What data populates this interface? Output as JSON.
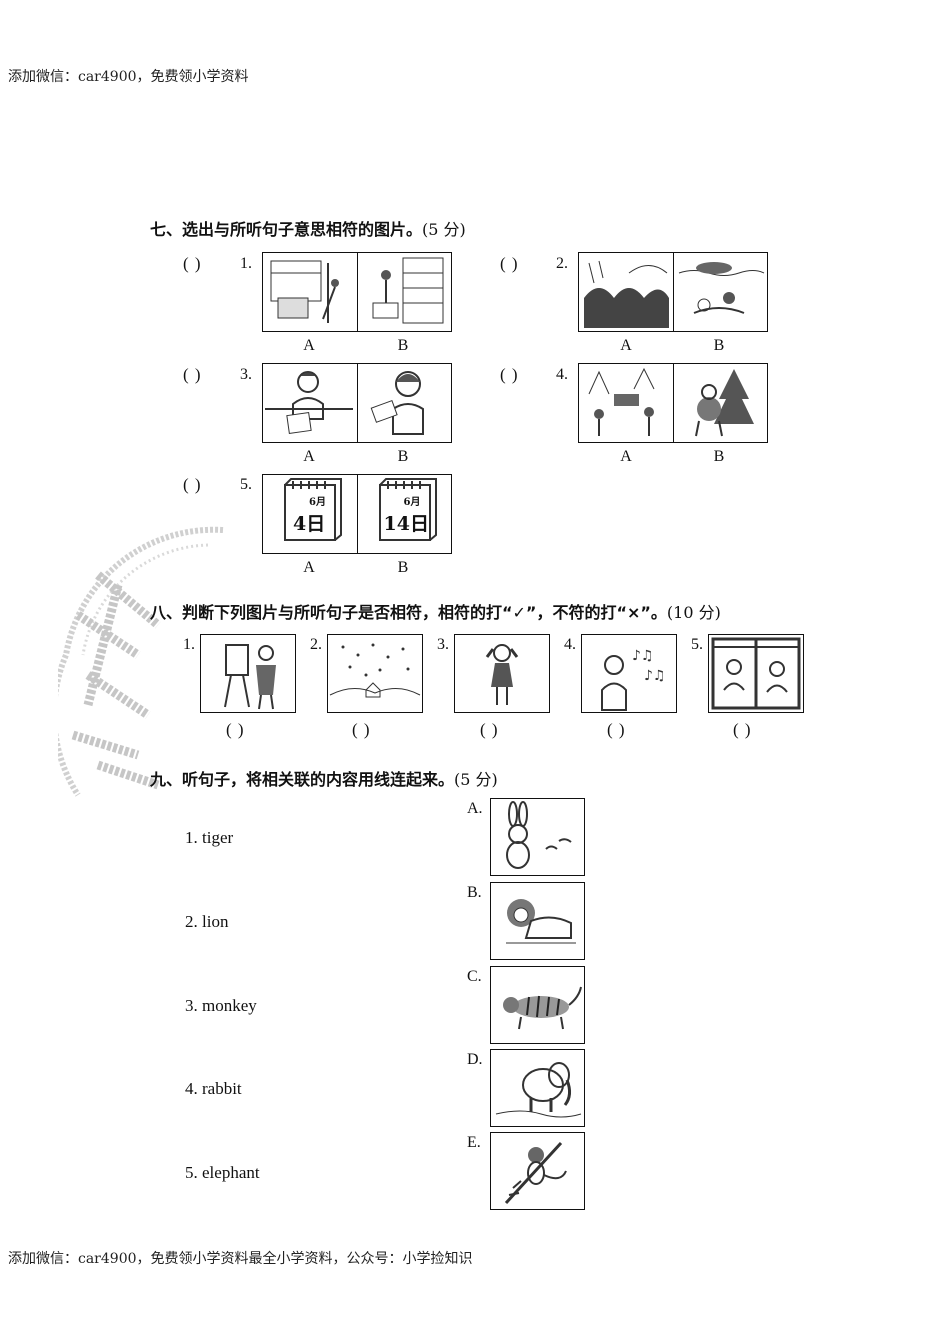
{
  "watermark_top": "添加微信：car4900，免费领小学资料",
  "watermark_bottom": "添加微信：car4900，免费领小学资料最全小学资料，公众号：小学捡知识",
  "section7": {
    "title": "七、选出与所听句子意思相符的图片。",
    "points": "(5 分)",
    "items": [
      {
        "paren": "(    )",
        "num": "1.",
        "a": "A",
        "b": "B"
      },
      {
        "paren": "(    )",
        "num": "2.",
        "a": "A",
        "b": "B"
      },
      {
        "paren": "(    )",
        "num": "3.",
        "a": "A",
        "b": "B"
      },
      {
        "paren": "(    )",
        "num": "4.",
        "a": "A",
        "b": "B"
      },
      {
        "paren": "(    )",
        "num": "5.",
        "a": "A",
        "b": "B"
      }
    ],
    "calendar": {
      "month_a": "6月",
      "day_a": "4日",
      "month_b": "6月",
      "day_b": "14日"
    }
  },
  "section8": {
    "title": "八、判断下列图片与所听句子是否相符，相符的打“✓”，不符的打“×”。",
    "points": "(10 分)",
    "items": [
      {
        "num": "1.",
        "paren": "(    )"
      },
      {
        "num": "2.",
        "paren": "(    )"
      },
      {
        "num": "3.",
        "paren": "(    )"
      },
      {
        "num": "4.",
        "paren": "(    )"
      },
      {
        "num": "5.",
        "paren": "(    )"
      }
    ]
  },
  "section9": {
    "title": "九、听句子，将相关联的内容用线连起来。",
    "points": "(5 分)",
    "words": [
      "1. tiger",
      "2. lion",
      "3. monkey",
      "4. rabbit",
      "5. elephant"
    ],
    "letters": [
      "A.",
      "B.",
      "C.",
      "D.",
      "E."
    ]
  },
  "icons": {
    "stamp": "seal-stamp-icon",
    "pictures": [
      "room-icon",
      "shop-icon",
      "garden-icon",
      "swimming-icon",
      "writing-boy-icon",
      "girl-letter-icon",
      "park-icon",
      "christmas-icon",
      "calendar-icon",
      "painting-icon",
      "snow-icon",
      "girl-icon",
      "singing-boy-icon",
      "window-kids-icon",
      "rabbit-icon",
      "lion-icon",
      "tiger-icon",
      "elephant-icon",
      "monkey-icon"
    ]
  }
}
